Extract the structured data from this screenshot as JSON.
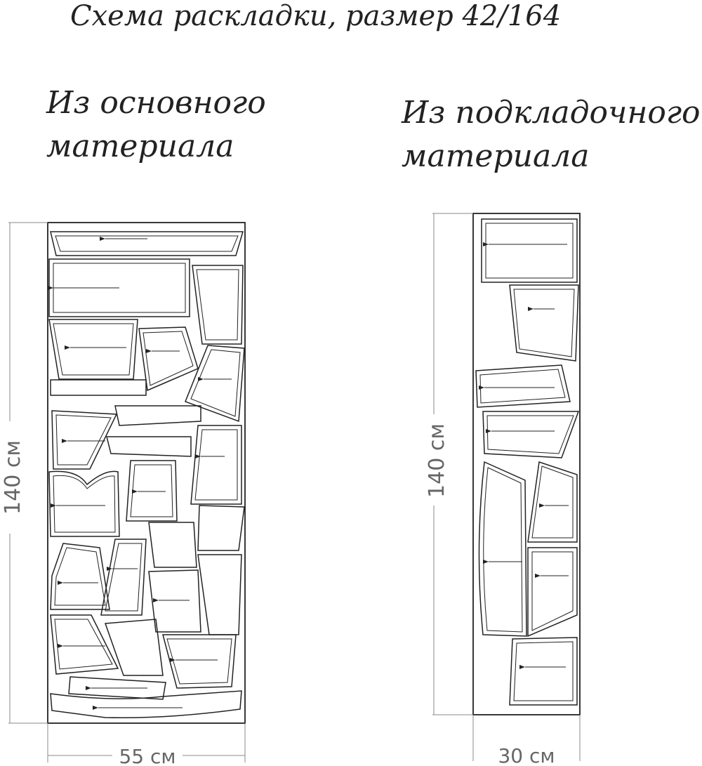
{
  "title": "Схема раскладки, размер 42/164",
  "main_fabric": {
    "heading_line1": "Из основного",
    "heading_line2": "материала",
    "height_label": "140 см",
    "width_label": "55 см"
  },
  "lining_fabric": {
    "heading_line1": "Из подкладочного",
    "heading_line2": "материала",
    "height_label": "140 см",
    "width_label": "30 см"
  },
  "colors": {
    "line": "#222222",
    "dimension": "#888888"
  }
}
